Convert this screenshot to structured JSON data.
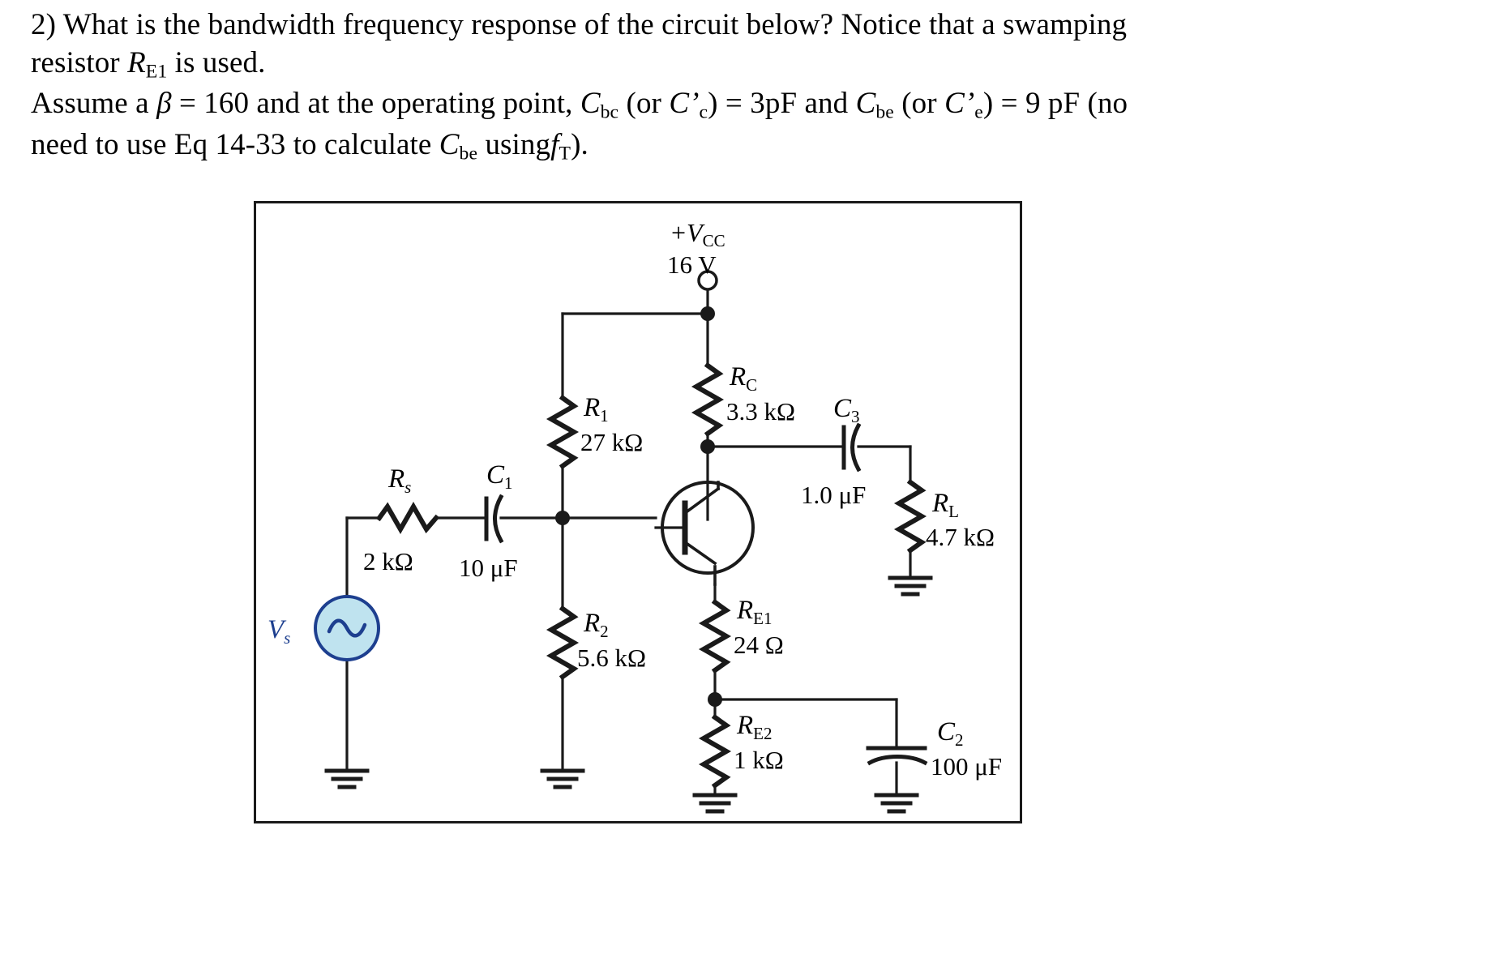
{
  "problem": {
    "number": "2)",
    "line1_a": "What is the bandwidth frequency response of the circuit below? Notice that a swamping",
    "line1_b": "resistor",
    "line1_c": "is used.",
    "r_e1_symbol": "R",
    "r_e1_sub": "E1",
    "line2_a": "Assume a",
    "beta": "β",
    "line2_b": "= 160 and at the operating point,",
    "cbc_symbol": "C",
    "cbc_sub": "bc",
    "cbc_alt_open": "(or",
    "cbc_alt_symbol": "C",
    "cbc_alt_prime": "’",
    "cbc_alt_sub": "c",
    "cbc_alt_close": ") = 3pF and",
    "cbe_symbol": "C",
    "cbe_sub": "be",
    "cbe_alt_open": "(or",
    "cbe_alt_symbol": "C",
    "cbe_alt_prime": "’",
    "cbe_alt_sub": "e",
    "cbe_alt_close": ") = 9 pF (no",
    "line3_a": "need to use Eq 14-33 to calculate",
    "line3_cbe_symbol": "C",
    "line3_cbe_sub": "be",
    "line3_b": "using",
    "ft_symbol": "f",
    "ft_sub": "T",
    "line3_c": ")."
  },
  "circuit": {
    "type": "BJT common-emitter amplifier with swamping resistor",
    "supply": {
      "label_plus": "+",
      "label_v": "V",
      "label_sub": "CC",
      "value": "16 V"
    },
    "components": [
      {
        "id": "Rs",
        "symbol": "R",
        "sub": "s",
        "value": "2 kΩ",
        "kind": "resistor-horizontal"
      },
      {
        "id": "C1",
        "symbol": "C",
        "sub": "1",
        "value": "10 μF",
        "kind": "capacitor-coupling"
      },
      {
        "id": "R1",
        "symbol": "R",
        "sub": "1",
        "value": "27 kΩ",
        "kind": "resistor-vertical"
      },
      {
        "id": "R2",
        "symbol": "R",
        "sub": "2",
        "value": "5.6 kΩ",
        "kind": "resistor-vertical"
      },
      {
        "id": "RC",
        "symbol": "R",
        "sub": "C",
        "value": "3.3 kΩ",
        "kind": "resistor-vertical"
      },
      {
        "id": "C3",
        "symbol": "C",
        "sub": "3",
        "value": "1.0 μF",
        "kind": "capacitor-coupling"
      },
      {
        "id": "RL",
        "symbol": "R",
        "sub": "L",
        "value": "4.7 kΩ",
        "kind": "resistor-vertical"
      },
      {
        "id": "RE1",
        "symbol": "R",
        "sub": "E1",
        "value": "24 Ω",
        "kind": "resistor-vertical"
      },
      {
        "id": "RE2",
        "symbol": "R",
        "sub": "E2",
        "value": "1 kΩ",
        "kind": "resistor-vertical"
      },
      {
        "id": "C2",
        "symbol": "C",
        "sub": "2",
        "value": "100 μF",
        "kind": "capacitor-bypass"
      }
    ],
    "source": {
      "symbol": "V",
      "sub": "s",
      "icon": "ac-source-icon",
      "fill": "#bfe3ef",
      "stroke": "#1d3f8f"
    },
    "transistor": {
      "icon": "npn-bjt-icon",
      "type": "NPN"
    },
    "grounds": [
      "ground-source",
      "ground-divider",
      "ground-emitter",
      "ground-bypass",
      "ground-load"
    ]
  },
  "colors": {
    "ink": "#000000",
    "frame": "#1a1a1a",
    "source_fill": "#bfe3ef",
    "source_stroke": "#1d3f8f"
  }
}
